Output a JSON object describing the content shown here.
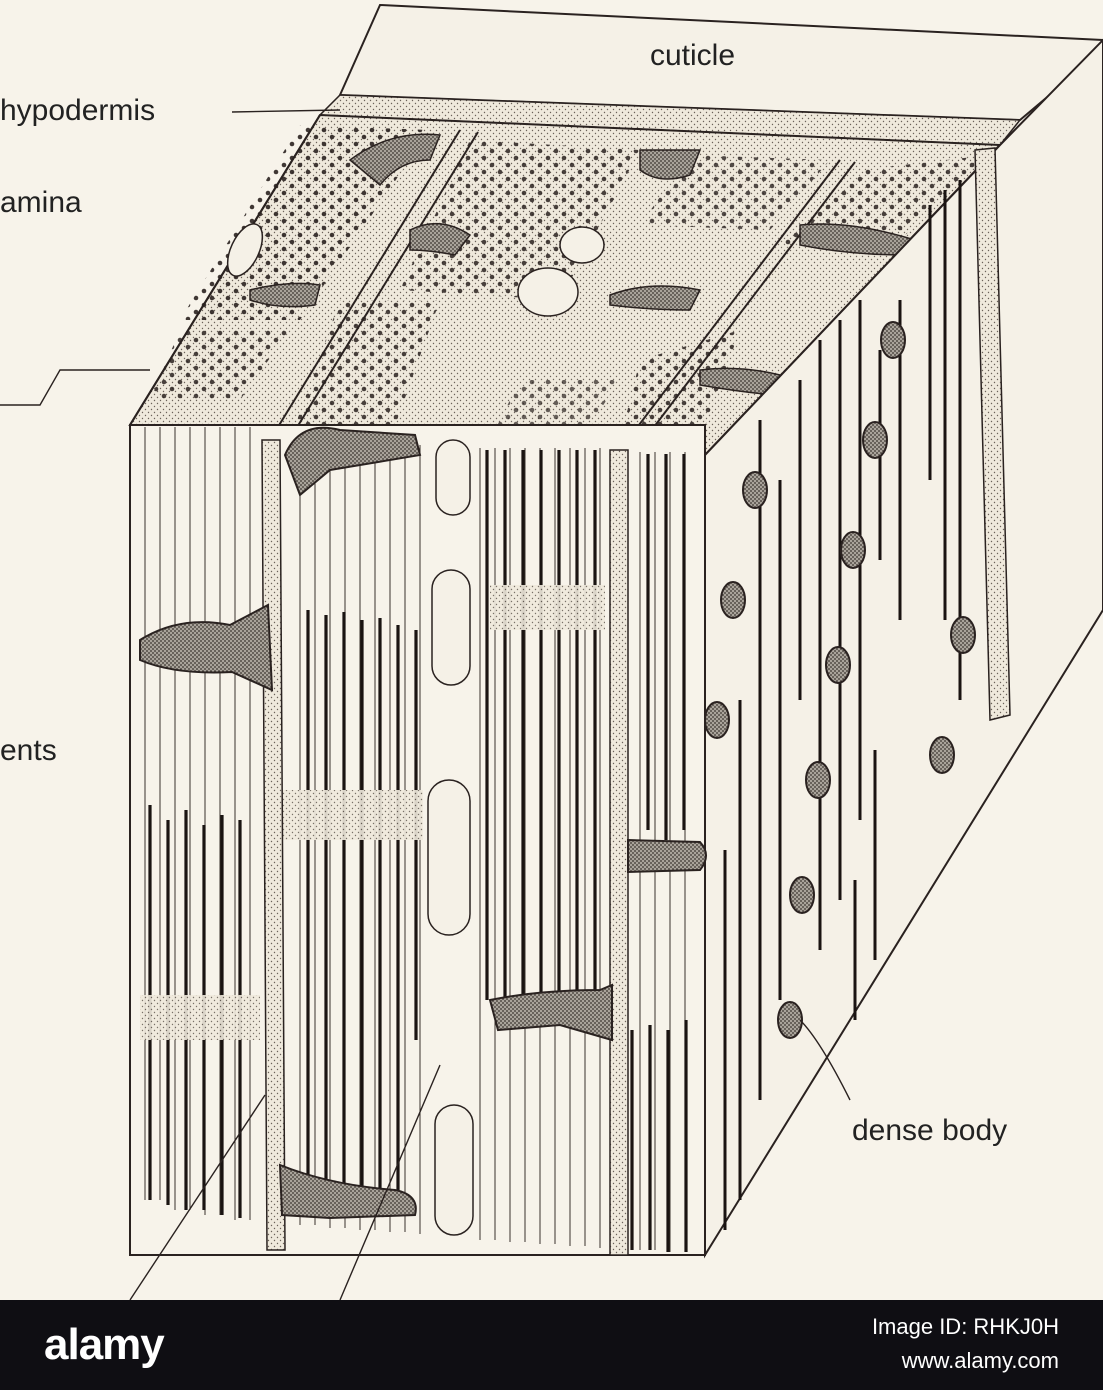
{
  "diagram": {
    "labels": {
      "cuticle": "cuticle",
      "hypodermis": "hypodermis",
      "lamina": "amina",
      "filaments": "ents",
      "dense_body": "dense body"
    }
  },
  "footer": {
    "brand": "alamy",
    "image_id": "Image ID: RHKJ0H",
    "site": "www.alamy.com"
  }
}
